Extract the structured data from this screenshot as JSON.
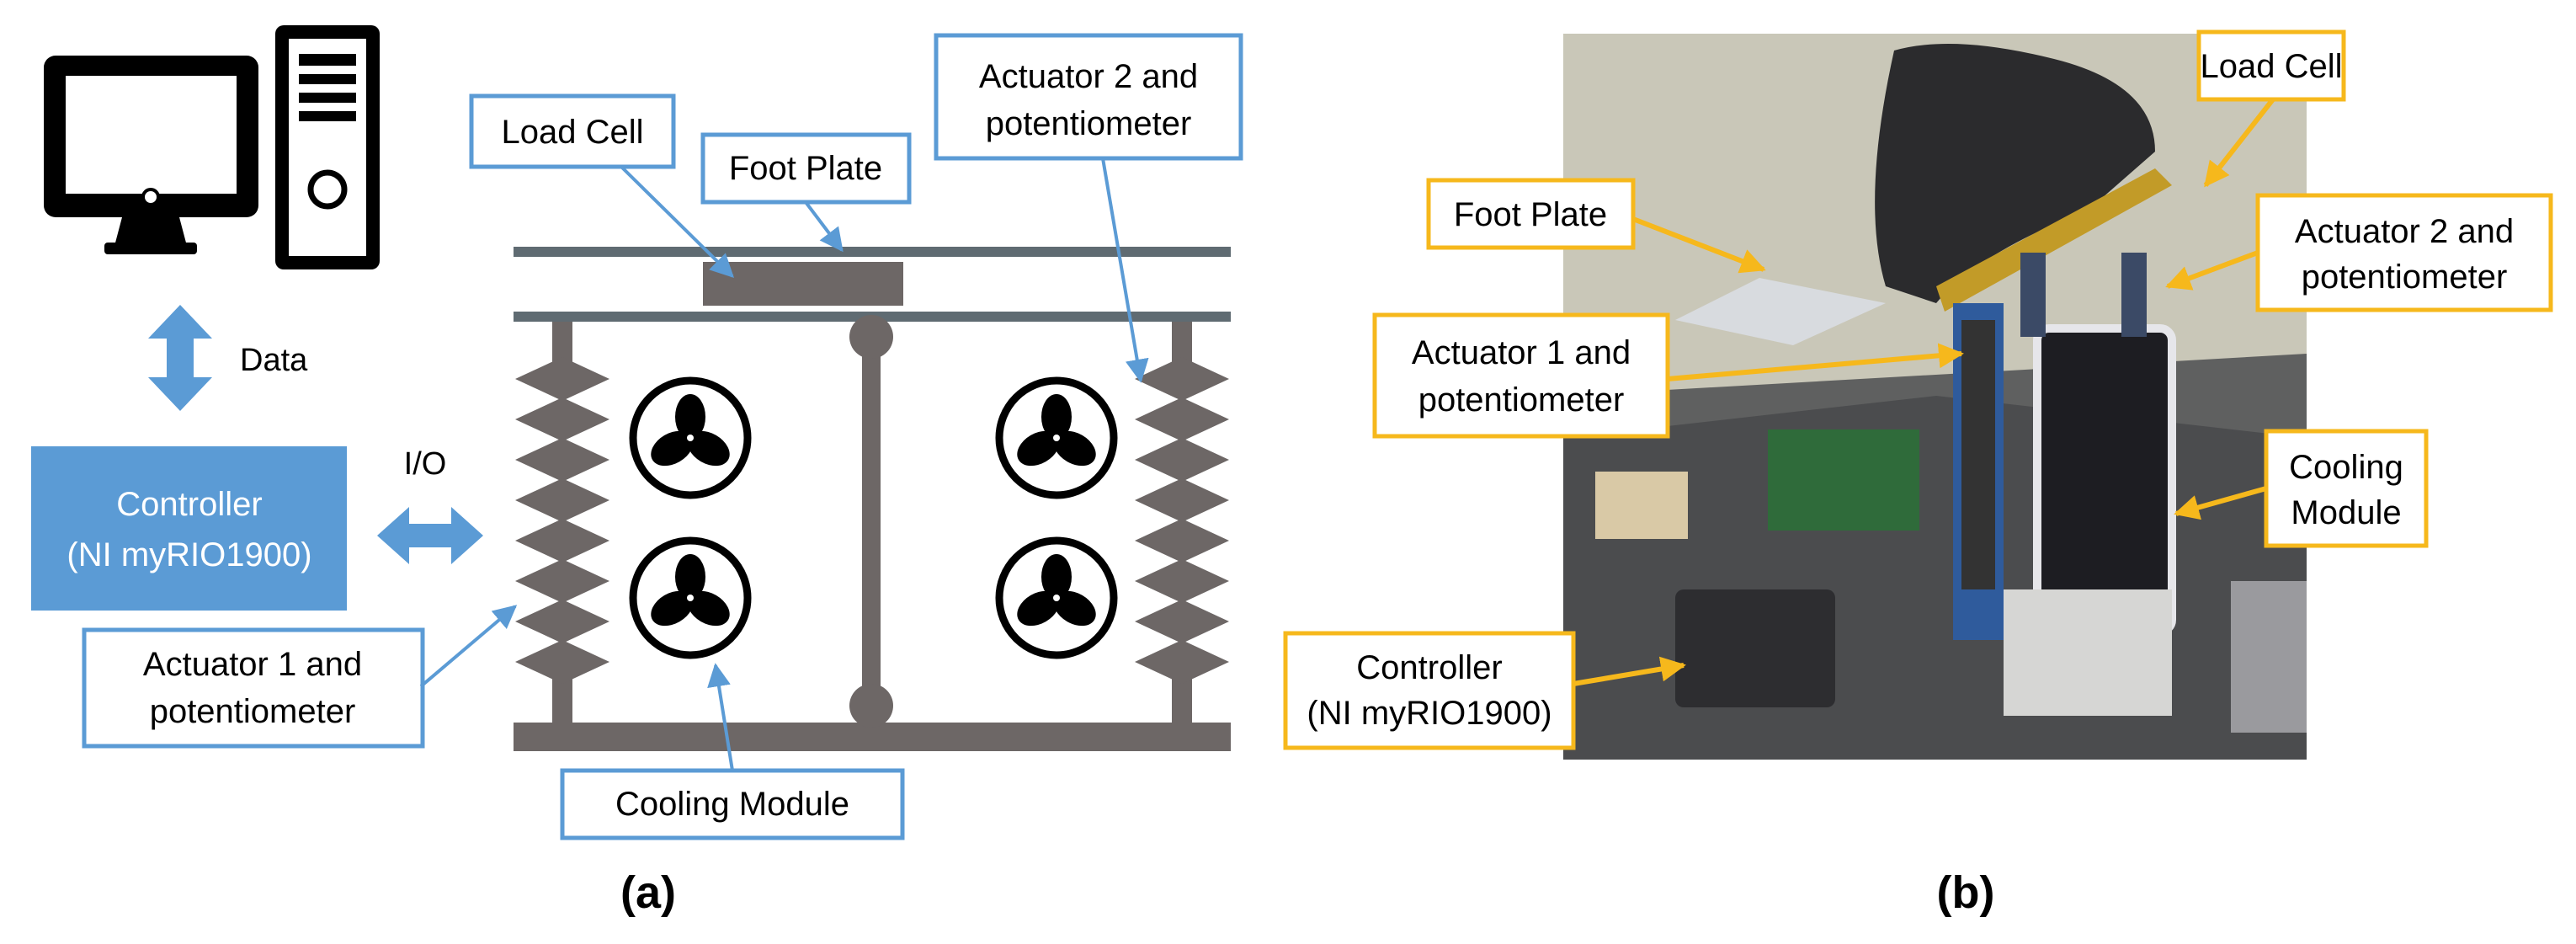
{
  "panel_a": {
    "caption": "(a)",
    "data_label": "Data",
    "io_label": "I/O",
    "controller_line1": "Controller",
    "controller_line2": "(NI myRIO1900)",
    "load_cell": "Load Cell",
    "foot_plate": "Foot Plate",
    "actuator2_line1": "Actuator 2 and",
    "actuator2_line2": "potentiometer",
    "actuator1_line1": "Actuator 1 and",
    "actuator1_line2": "potentiometer",
    "cooling_module": "Cooling Module"
  },
  "panel_b": {
    "caption": "(b)",
    "load_cell": "Load Cell",
    "foot_plate": "Foot Plate",
    "actuator2_line1": "Actuator 2 and",
    "actuator2_line2": "potentiometer",
    "actuator1_line1": "Actuator 1 and",
    "actuator1_line2": "potentiometer",
    "cooling_line1": "Cooling",
    "cooling_line2": "Module",
    "controller_line1": "Controller",
    "controller_line2": "(NI myRIO1900)"
  },
  "colors": {
    "blue_accent": "#5b9bd5",
    "controller_fill": "#5b9bd5",
    "mechanism_gray": "#6d6766",
    "plate_gray": "#5f6b72",
    "yellow_accent": "#f6b81c",
    "icon_black": "#000000"
  }
}
